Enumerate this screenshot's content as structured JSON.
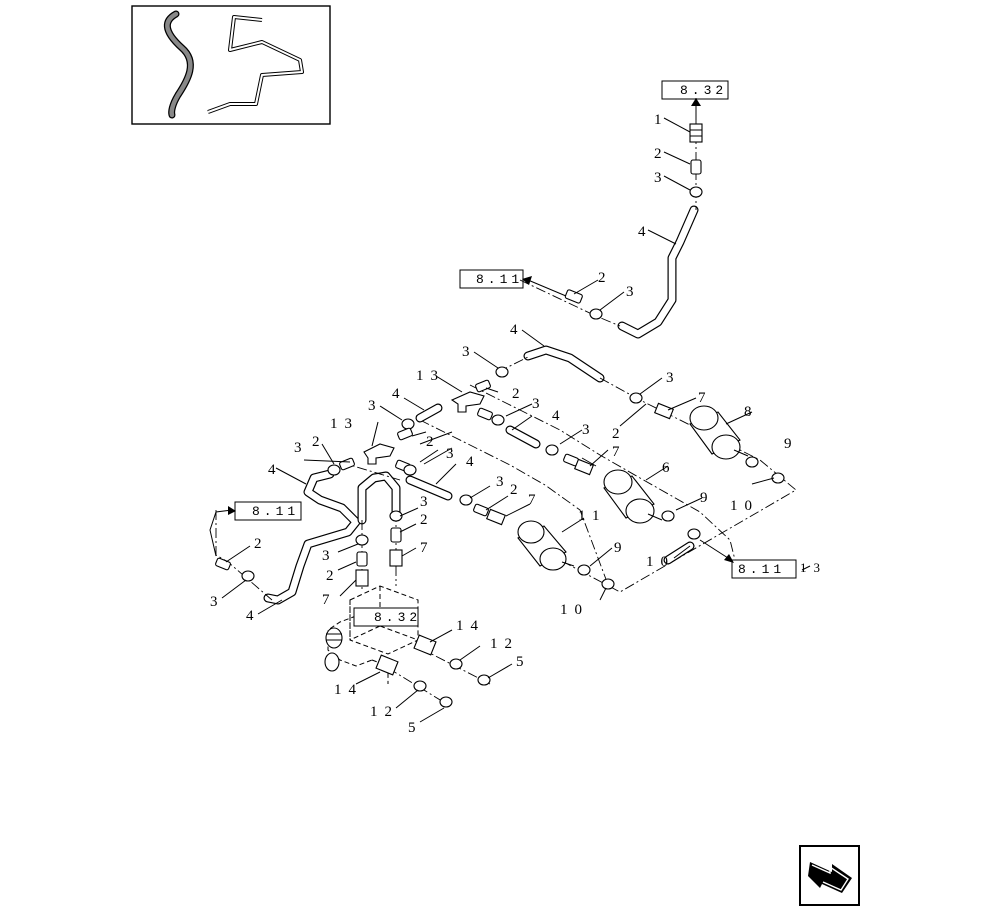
{
  "callouts": {
    "c_1_top": "1",
    "c_2_top": "2",
    "c_3_top": "3",
    "c_4_top": "4",
    "c_2_mid": "2",
    "c_3_mid": "3",
    "c_4_upper": "4",
    "c_3_upper": "3",
    "c_13_a": "13",
    "c_2_a": "2",
    "c_4_a": "4",
    "c_3_a": "3",
    "c_3_b": "3",
    "c_4_b": "4",
    "c_3_c": "3",
    "c_7_a": "7",
    "c_8": "8",
    "c_2_b": "2",
    "c_13_b": "13",
    "c_2_c": "2",
    "c_3_d": "3",
    "c_3_e": "3",
    "c_2_d": "2",
    "c_3_f": "3",
    "c_7_b": "7",
    "c_6": "6",
    "c_9_a": "9",
    "c_4_c": "4",
    "c_3_g": "3",
    "c_4_d": "4",
    "c_3_h": "3",
    "c_2_e": "2",
    "c_7_c": "7",
    "c_11": "11",
    "c_9_b": "9",
    "c_10_a": "10",
    "c_9_c": "9",
    "c_10_b": "10",
    "c_3_i": "3",
    "c_2_f": "2",
    "c_7_d": "7",
    "c_3_j": "3",
    "c_2_g": "2",
    "c_7_e": "7",
    "c_2_h": "2",
    "c_3_k": "3",
    "c_4_e": "4",
    "c_10_c": "10",
    "c_14_a": "14",
    "c_12_a": "12",
    "c_5_a": "5",
    "c_14_b": "14",
    "c_12_b": "12",
    "c_5_b": "5",
    "c_13_c": "13"
  },
  "refs": {
    "ref_top": "8.32",
    "ref_mid": "8.11",
    "ref_left": "8.11",
    "ref_right": "8.11",
    "ref_block": "8.32"
  },
  "icons": {
    "thumbnail": "tube-thumbnail-icon",
    "navigation": "return-arrow-icon"
  }
}
